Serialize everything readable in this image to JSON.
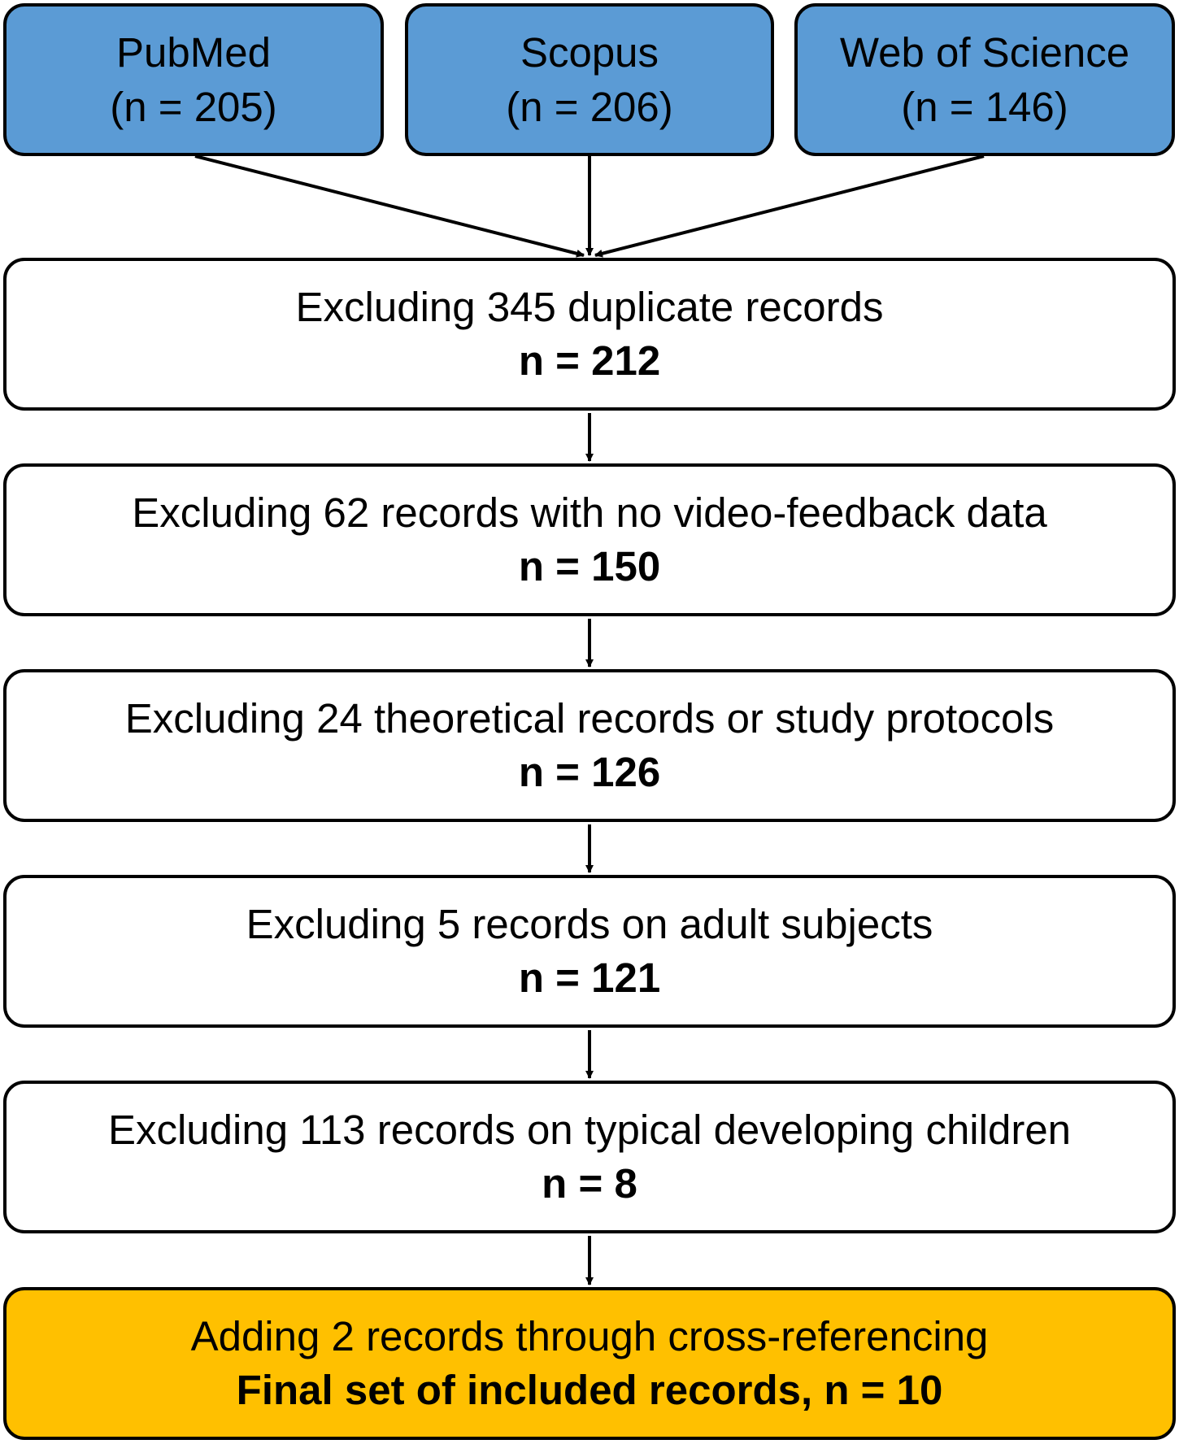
{
  "sources": [
    {
      "name": "PubMed",
      "count": "(n = 205)"
    },
    {
      "name": "Scopus",
      "count": "(n = 206)"
    },
    {
      "name": "Web of Science",
      "count": "(n = 146)"
    }
  ],
  "steps": [
    {
      "text": "Excluding 345 duplicate records",
      "n": "n = 212"
    },
    {
      "text": "Excluding 62 records with no video-feedback data",
      "n": "n = 150"
    },
    {
      "text": "Excluding 24 theoretical records or study protocols",
      "n": "n = 126"
    },
    {
      "text": "Excluding 5 records on adult subjects",
      "n": "n = 121"
    },
    {
      "text": "Excluding 113 records on typical developing children",
      "n": "n = 8"
    }
  ],
  "final": {
    "text": "Adding 2 records through cross-referencing",
    "n": "Final set of included records, n = 10"
  },
  "colors": {
    "source_fill": "#5b9bd5",
    "step_fill": "#ffffff",
    "final_fill": "#ffc000",
    "stroke": "#000000"
  }
}
